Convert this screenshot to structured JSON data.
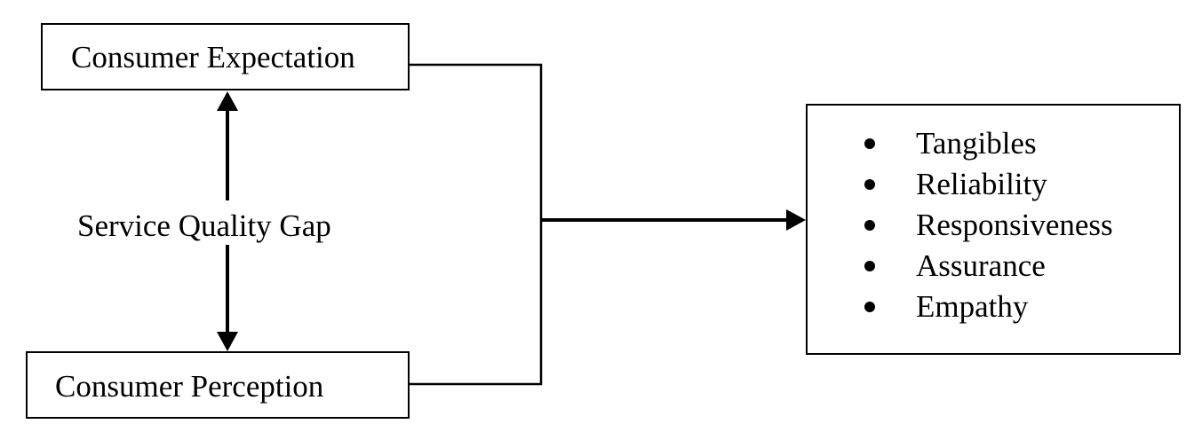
{
  "diagram": {
    "expectation_label": "Consumer Expectation",
    "perception_label": "Consumer Perception",
    "gap_label": "Service Quality Gap",
    "dimensions": [
      "Tangibles",
      "Reliability",
      "Responsiveness",
      "Assurance",
      "Empathy"
    ],
    "line_color": "#000000",
    "background_color": "#ffffff"
  }
}
